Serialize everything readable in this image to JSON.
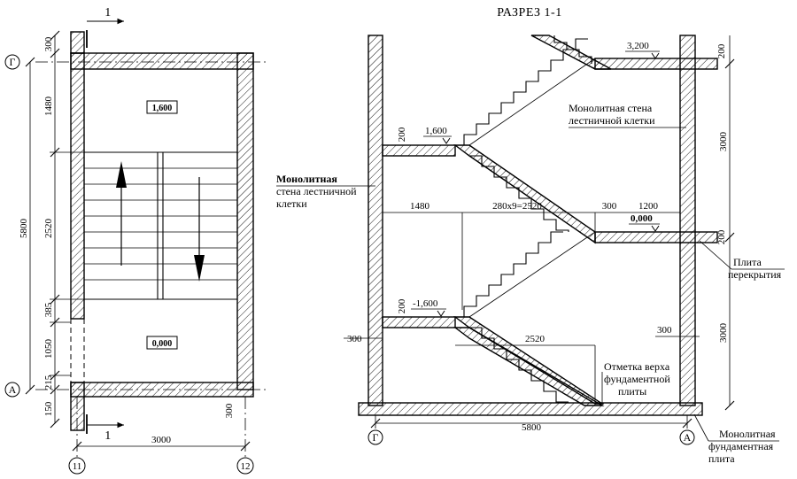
{
  "section_title": "РАЗРЕЗ 1-1",
  "plan": {
    "cut_mark_top": "1",
    "cut_mark_bottom": "1",
    "axis_g": "Г",
    "axis_a": "А",
    "axis_11": "11",
    "axis_12": "12",
    "dim_300_top": "300",
    "dim_1480": "1480",
    "dim_2520": "2520",
    "dim_385": "385",
    "dim_1050": "1050",
    "dim_215": "215",
    "dim_150": "150",
    "dim_5800": "5800",
    "dim_3000": "3000",
    "dim_300_right": "300",
    "level_upper": "1,600",
    "level_lower": "0,000"
  },
  "section": {
    "level_3200": "3,200",
    "level_1600": "1,600",
    "level_0000": "0,000",
    "level_m1600": "-1,600",
    "dim_200_upper": "200",
    "dim_200_lower": "200",
    "dim_200_right_top": "200",
    "dim_200_right_mid": "200",
    "dim_1480": "1480",
    "dim_flight": "280х9=2520",
    "dim_300_mid": "300",
    "dim_1200": "1200",
    "dim_2520": "2520",
    "dim_300_left": "300",
    "dim_300_right": "300",
    "dim_3000_top": "3000",
    "dim_3000_bottom": "3000",
    "dim_5800": "5800",
    "axis_g": "Г",
    "axis_a": "А",
    "note_wall_right_1": "Монолитная стена",
    "note_wall_right_2": "лестничной клетки",
    "note_wall_left_1": "Монолитная",
    "note_wall_left_2": "стена лестничной",
    "note_wall_left_3": "клетки",
    "note_slab_1": "Плита",
    "note_slab_2": "перекрытия",
    "note_found_1": "Отметка верха",
    "note_found_2": "фундаментной",
    "note_found_3": "плиты",
    "note_plate_1": "Монолитная",
    "note_plate_2": "фундаментная",
    "note_plate_3": "плита"
  }
}
